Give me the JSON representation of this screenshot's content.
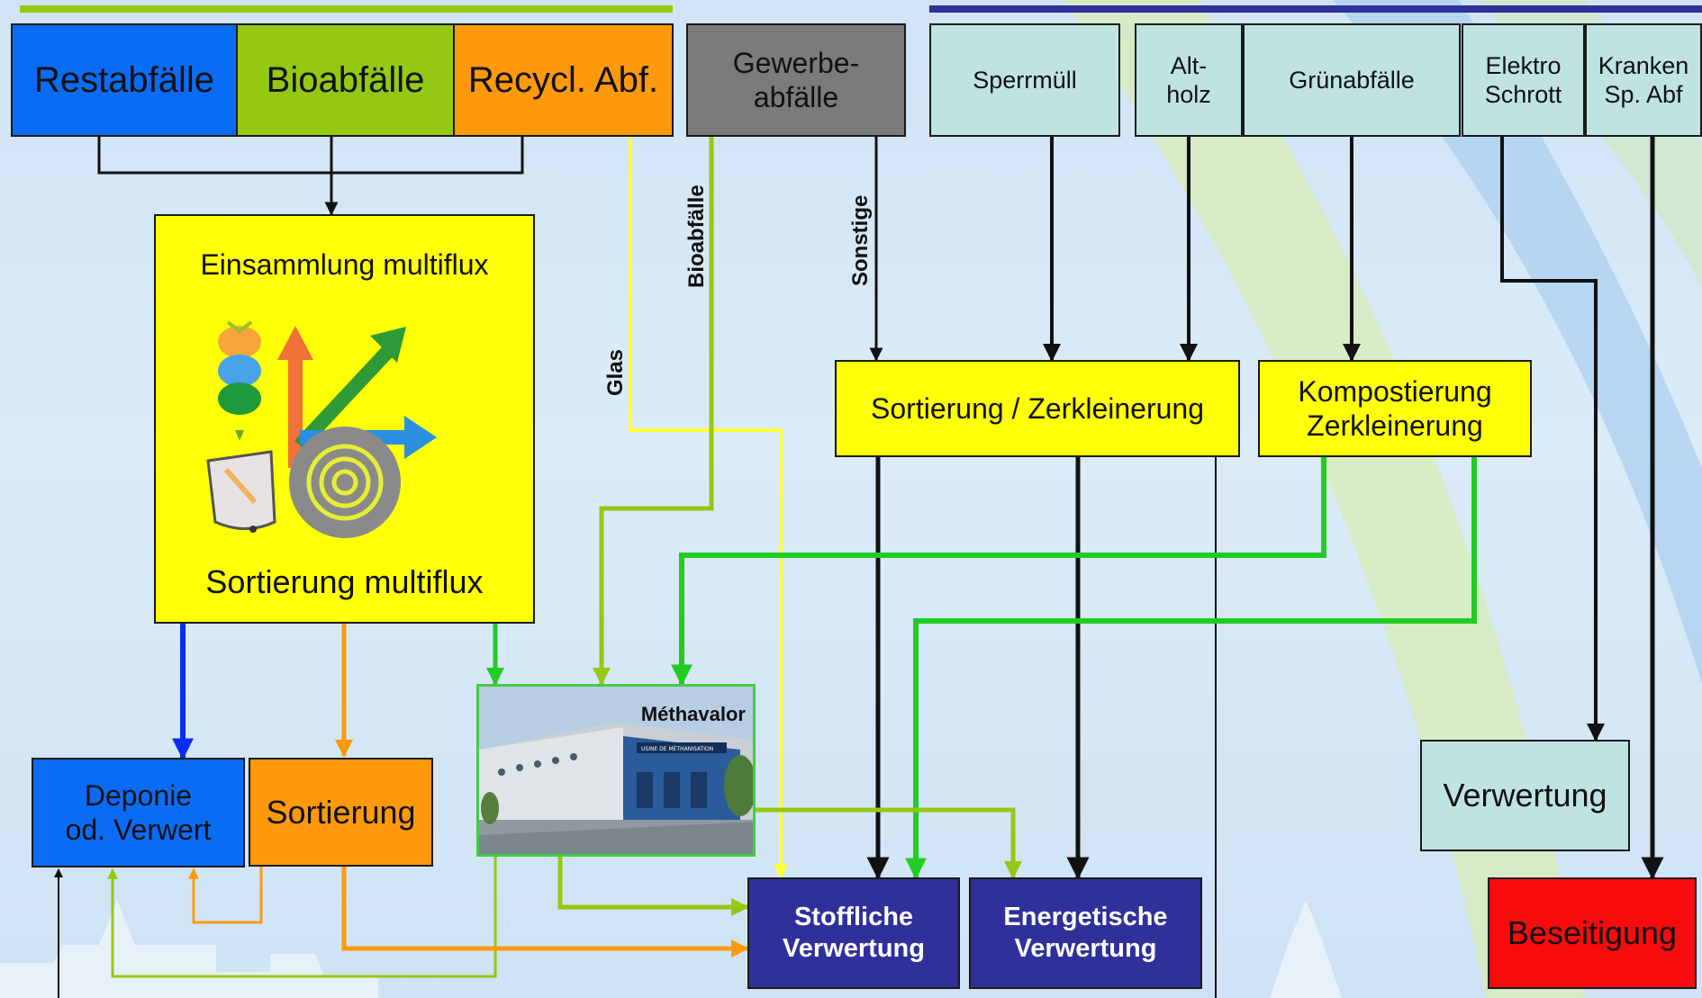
{
  "sources": {
    "restabfaelle": "Restabfälle",
    "bioabfaelle": "Bioabfälle",
    "recycl": "Recycl. Abf.",
    "gewerbe": "Gewerbe-\nabfälle",
    "sperrmuell": "Sperrmüll",
    "altholz": "Alt-\nholz",
    "gruenabfaelle": "Grünabfälle",
    "elektro": "Elektro\nSchrott",
    "kranken": "Kranken\nSp. Abf"
  },
  "process": {
    "einsammlung": "Einsammlung multiflux",
    "sortierung_multiflux": "Sortierung multiflux",
    "sortierung_zerkleinerung": "Sortierung / Zerkleinerung",
    "kompostierung": "Kompostierung\nZerkleinerung",
    "methavalor": "Méthavalor",
    "plant_sign": "USINE DE MÉTHANISATION"
  },
  "outputs": {
    "deponie": "Deponie\nod. Verwert",
    "sortierung": "Sortierung",
    "stoffliche": "Stoffliche\nVerwertung",
    "energetische": "Energetische\nVerwertung",
    "verwertung": "Verwertung",
    "beseitigung": "Beseitigung"
  },
  "flow_labels": {
    "glas": "Glas",
    "bioabfaelle": "Bioabfälle",
    "sonstige": "Sonstige"
  },
  "colors": {
    "restabfaelle": "#0a6cf5",
    "bioabfaelle": "#95c812",
    "recycl": "#fe990c",
    "gewerbe": "#7b7b7b",
    "sources_right": "#bfe3e3",
    "process": "#ffff05",
    "verwertung_out": "#2f309a",
    "beseitigung": "#f60c0c",
    "flow_green": "#22cc22",
    "flow_yellow": "#ffff33",
    "header_bar_left": "#95c812",
    "header_bar_right": "#2f309a"
  }
}
